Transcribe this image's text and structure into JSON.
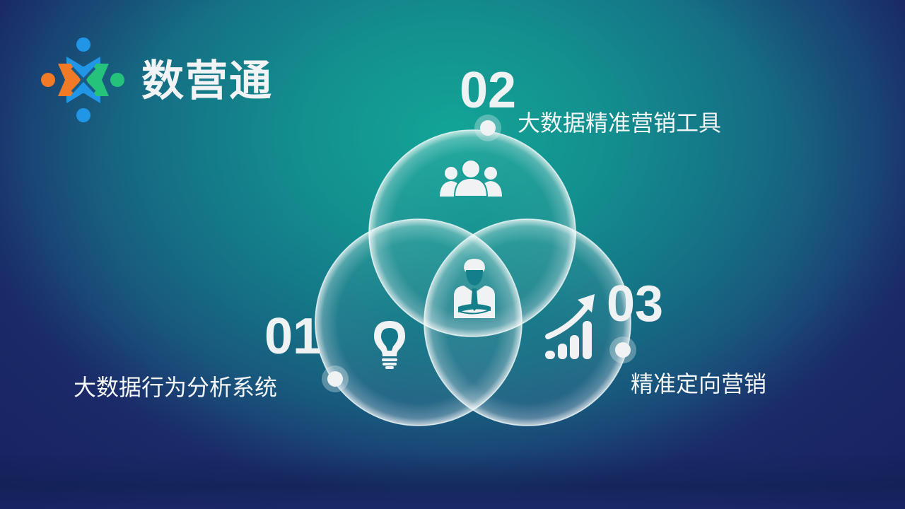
{
  "brand": {
    "name": "数营通",
    "logo_icon": "people-cross-logo",
    "logo_colors": {
      "blue": "#2196e6",
      "orange": "#f07a26",
      "green": "#24c27a"
    }
  },
  "theme": {
    "bg_center": "#13a497",
    "bg_edge": "#1d2f6c",
    "text": "#f1f3f4"
  },
  "diagram": {
    "center_icon": "businessman-icon",
    "items": [
      {
        "number": "01",
        "label": "大数据行为分析系统",
        "icon": "lightbulb-icon"
      },
      {
        "number": "02",
        "label": "大数据精准营销工具",
        "icon": "group-users-icon"
      },
      {
        "number": "03",
        "label": "精准定向营销",
        "icon": "growth-chart-icon"
      }
    ]
  }
}
